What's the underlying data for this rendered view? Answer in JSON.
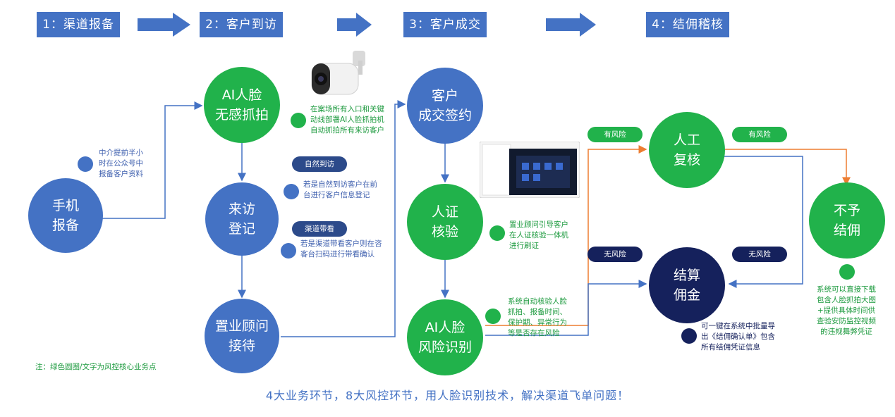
{
  "stages": [
    {
      "label": "1：渠道报备"
    },
    {
      "label": "2：客户到访"
    },
    {
      "label": "3：客户成交"
    },
    {
      "label": "4：结佣稽核"
    }
  ],
  "nodes": {
    "report": "手机\n报备",
    "ai_capture": "AI人脸\n无感抓拍",
    "visit_register": "来访\n登记",
    "consultant": "置业顾问\n接待",
    "sign": "客户\n成交签约",
    "id_verify": "人证\n核验",
    "risk_detect": "AI人脸\n风险识别",
    "manual_review": "人工\n复核",
    "no_commission": "不予\n结佣",
    "settle": "结算\n佣金"
  },
  "notes": {
    "report_note": "中介提前半小\n时在公众号中\n报备客户资料",
    "capture_note": "在案场所有入口和关键\n动线部署AI人脸抓拍机\n自动抓拍所有来访客户",
    "natural_note": "若是自然到访客户在前\n台进行客户信息登记",
    "channel_note": "若是渠道带看客户则在咨\n客台扫码进行带看确认",
    "verify_note": "置业顾问引导客户\n在人证核验一体机\n进行刷证",
    "risk_note": "系统自动核验人脸\n抓拍、报备时间、\n保护期、异常行为\n等是否存在风险",
    "no_commission_note": "系统可以直接下载\n包含人脸抓拍大图\n+提供具体时间供\n查验安防监控视频\n的违规舞弊凭证",
    "settle_note": "可一键在系统中批量导\n出《结佣确认单》包含\n所有结佣凭证信息"
  },
  "pills": {
    "natural": "自然到访",
    "channel": "渠道带看",
    "risk_left": "有风险",
    "risk_right": "有风险",
    "norisk_left": "无风险",
    "norisk_right": "无风险"
  },
  "legend_note": "注：绿色圆圈/文字为风控核心业务点",
  "footer": "4大业务环节，8大风控环节，用人脸识别技术，解决渠道飞单问题！",
  "colors": {
    "blue": "#4472c4",
    "green": "#21b24b",
    "navy": "#15215c",
    "orange": "#ed7d31"
  }
}
